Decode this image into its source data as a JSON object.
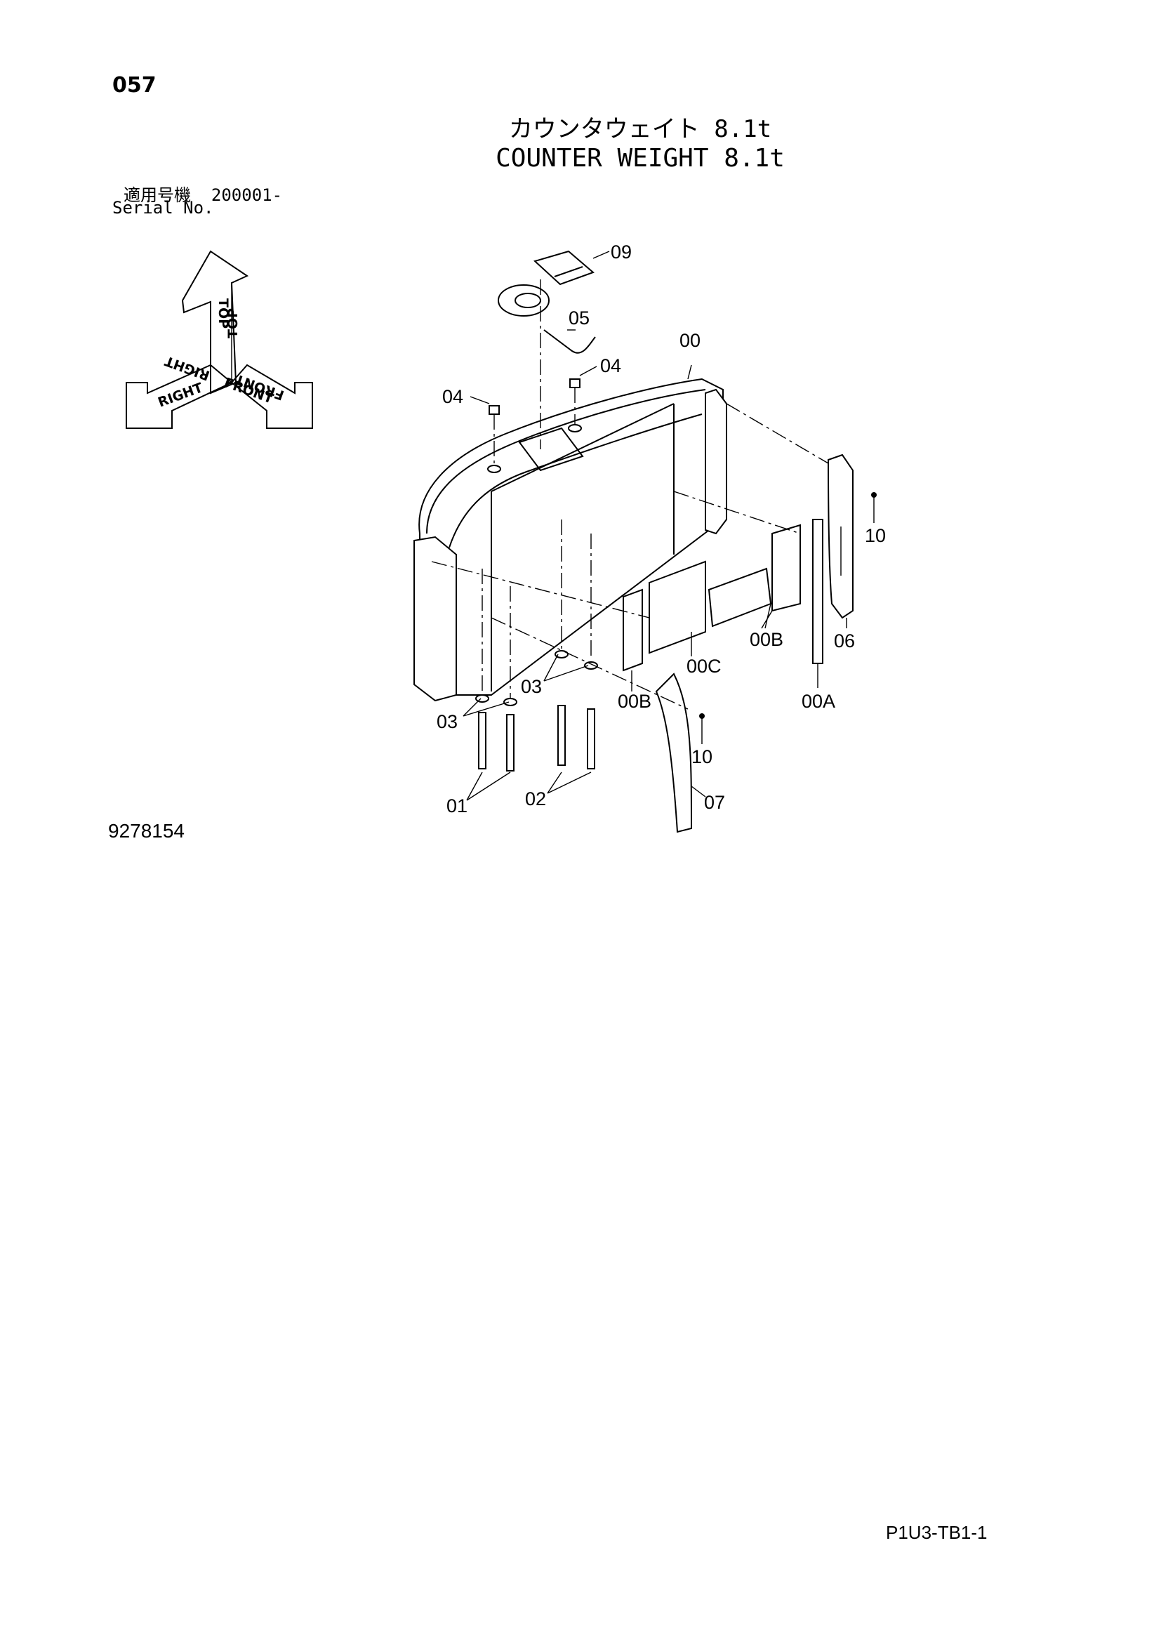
{
  "header": {
    "page_number": "057",
    "title_jp": "カウンタウェイト 8.1t",
    "title_en": "COUNTER WEIGHT 8.1t",
    "serial_label_jp": "適用号機",
    "serial_value": "200001-",
    "serial_label_en": "Serial No."
  },
  "orientation": {
    "top": "TOP",
    "top_mirror": "TOP",
    "right": "RIGHT",
    "right_mirror": "RIGHT",
    "front": "FRONT",
    "front_mirror": "FRONT"
  },
  "callouts": {
    "p09": "09",
    "p05": "05",
    "p00": "00",
    "p04_right": "04",
    "p04_left": "04",
    "p10_upper": "10",
    "p06": "06",
    "p00B_right": "00B",
    "p00C": "00C",
    "p00A": "00A",
    "p00B_left": "00B",
    "p03_mid": "03",
    "p03_left": "03",
    "p10_lower": "10",
    "p07": "07",
    "p01": "01",
    "p02": "02"
  },
  "footer": {
    "drawing_number": "9278154",
    "page_code": "P1U3-TB1-1"
  }
}
